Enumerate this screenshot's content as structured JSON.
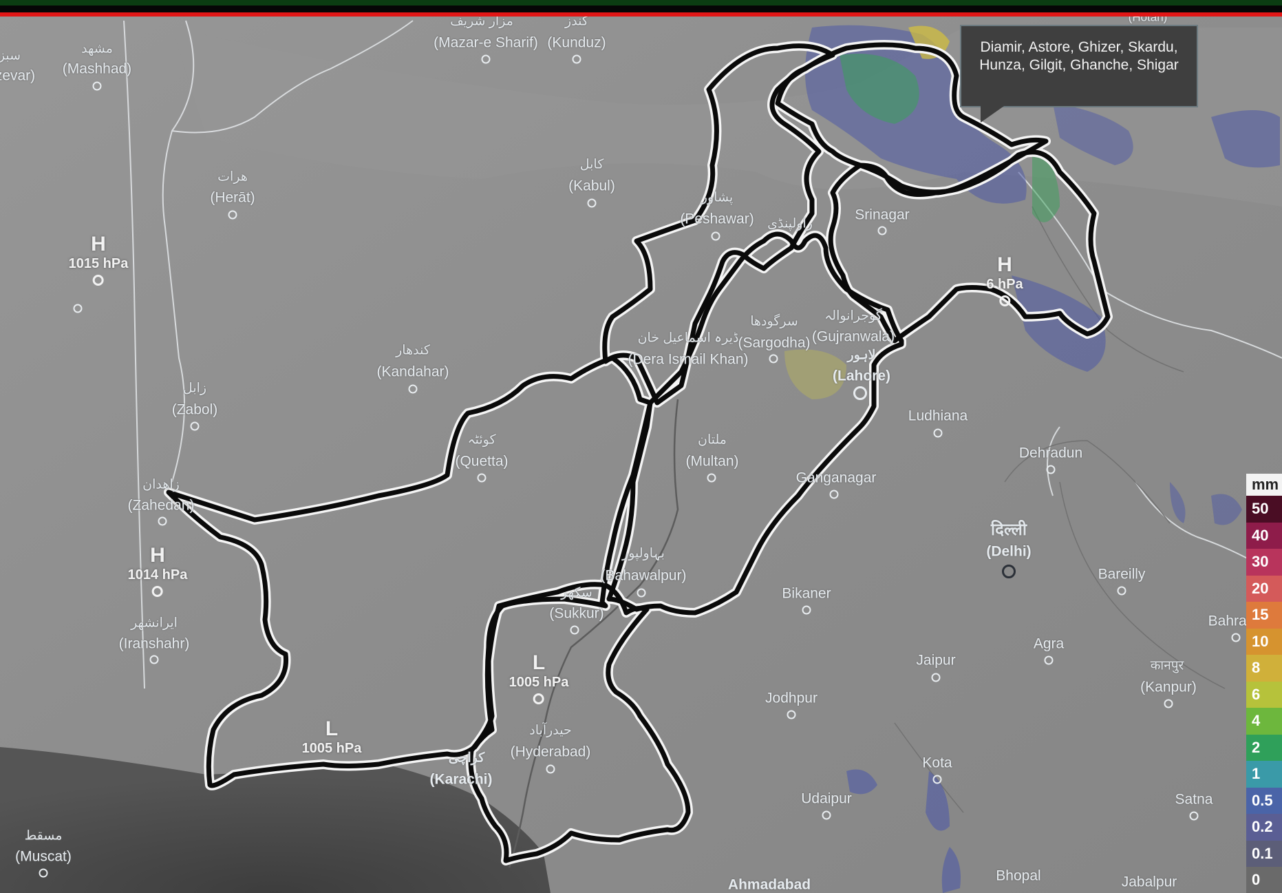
{
  "tooltip": {
    "text": "Diamir, Astore, Ghizer, Skardu, Hunza, Gilgit, Ghanche, Shigar"
  },
  "legend": {
    "unit": "mm",
    "levels": [
      {
        "label": "50",
        "color": "#4a0d24"
      },
      {
        "label": "40",
        "color": "#8e1c4a"
      },
      {
        "label": "30",
        "color": "#b8345c"
      },
      {
        "label": "20",
        "color": "#d45a5a"
      },
      {
        "label": "15",
        "color": "#de7a3c"
      },
      {
        "label": "10",
        "color": "#d6932f"
      },
      {
        "label": "8",
        "color": "#d0b03a"
      },
      {
        "label": "6",
        "color": "#b6c23b"
      },
      {
        "label": "4",
        "color": "#6db73d"
      },
      {
        "label": "2",
        "color": "#2fa05a"
      },
      {
        "label": "1",
        "color": "#3a9aa8"
      },
      {
        "label": "0.5",
        "color": "#4a64a8"
      },
      {
        "label": "0.2",
        "color": "#5a5e94"
      },
      {
        "label": "0.1",
        "color": "#5c5e78"
      },
      {
        "label": "0",
        "color": "#6a6a6a"
      }
    ]
  },
  "pressure": [
    {
      "letter": "H",
      "value": "1015 hPa"
    },
    {
      "letter": "H",
      "value": "1014 hPa"
    },
    {
      "letter": "L",
      "value": "1005 hPa"
    },
    {
      "letter": "L",
      "value": "1005 hPa"
    },
    {
      "letter": "H",
      "value": "6 hPa"
    }
  ],
  "cities": {
    "mashhad_native": "مشهد",
    "mashhad": "(Mashhad)",
    "sabzevar_native": "سبز",
    "sabzevar": "zevar)",
    "herat_native": "هرات",
    "herat": "(Herāt)",
    "mazar_native": "مزار شریف",
    "mazar": "(Mazar-e Sharif)",
    "kunduz_native": "کندز",
    "kunduz": "(Kunduz)",
    "kabul_native": "کابل",
    "kabul": "(Kabul)",
    "peshawar_native": "پشاور",
    "peshawar": "(Peshawar)",
    "rawalpindi_native": "راولپنڈی",
    "srinagar": "Srinagar",
    "kandahar_native": "کندهار",
    "kandahar": "(Kandahar)",
    "zabol_native": "زابل",
    "zabol": "(Zabol)",
    "zahedan_native": "زاهدان",
    "zahedan": "(Zahedan)",
    "quetta_native": "کوئٹہ",
    "quetta": "(Quetta)",
    "dik_native": "ڈیرہ اسماعیل خان",
    "dik": "(Dera Ismail Khan)",
    "sargodha_native": "سرگودھا",
    "sargodha": "(Sargodha)",
    "gujranwala_native": "گوجرانوالہ",
    "gujranwala": "(Gujranwala)",
    "lahore_native": "لاہور",
    "lahore": "(Lahore)",
    "multan_native": "ملتان",
    "multan": "(Multan)",
    "ludhiana": "Ludhiana",
    "dehradun": "Dehradun",
    "ganganagar": "Ganganagar",
    "delhi_native": "दिल्ली",
    "delhi": "(Delhi)",
    "bahawalpur_native": "بہاولپور",
    "bahawalpur": "(Bahawalpur)",
    "sukkur_native": "سکھر",
    "sukkur": "(Sukkur)",
    "bikaner": "Bikaner",
    "bareilly": "Bareilly",
    "iranshahr_native": "ایرانشهر",
    "iranshahr": "(Iranshahr)",
    "bahraich": "Bahrai",
    "agra": "Agra",
    "jaipur": "Jaipur",
    "kanpur_native": "कानपुर",
    "kanpur": "(Kanpur)",
    "jodhpur": "Jodhpur",
    "hyderabad_native": "حیدرآباد",
    "hyderabad": "(Hyderabad)",
    "karachi_native": "کراچی",
    "karachi": "(Karachi)",
    "kota": "Kota",
    "udaipur": "Udaipur",
    "satna": "Satna",
    "muscat_native": "مسقط",
    "muscat": "(Muscat)",
    "ahmadabad": "Ahmadabad",
    "bhopal": "Bhopal",
    "jabalpur": "Jabalpur",
    "hotan": "(Hotan)"
  }
}
